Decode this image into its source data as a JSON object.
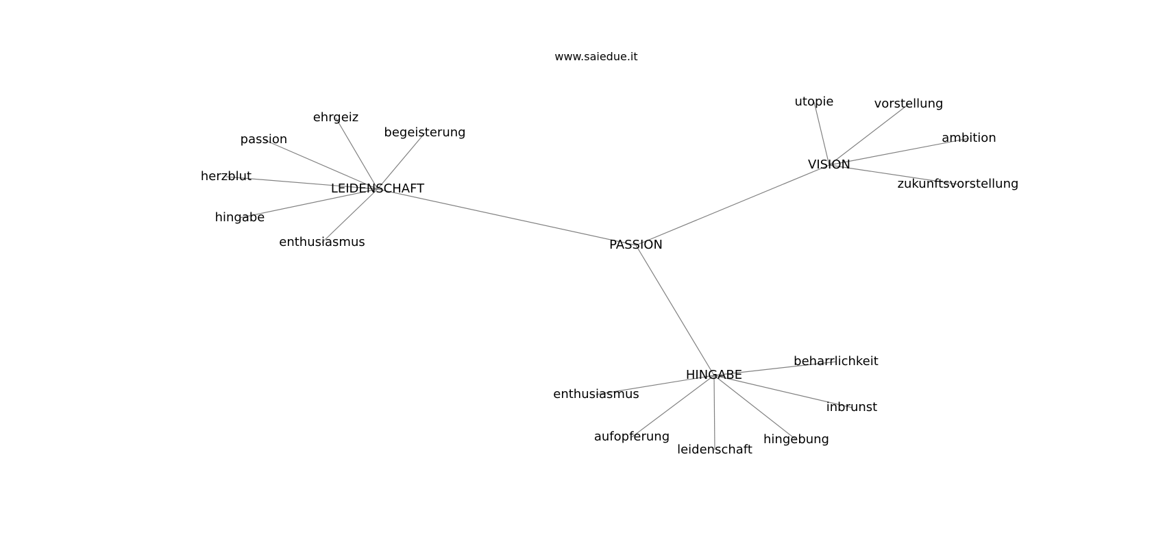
{
  "watermark": "www.saiedue.it",
  "colors": {
    "edge": "#808080",
    "text": "#000000",
    "background": "#ffffff"
  },
  "nodes": [
    {
      "id": "passion_root",
      "label": "PASSION"
    },
    {
      "id": "leidenschaft_hub",
      "label": "LEIDENSCHAFT"
    },
    {
      "id": "vision_hub",
      "label": "VISION"
    },
    {
      "id": "hingabe_hub",
      "label": "HINGABE"
    },
    {
      "id": "ehrgeiz",
      "label": "ehrgeiz"
    },
    {
      "id": "passion_leaf",
      "label": "passion"
    },
    {
      "id": "begeisterung",
      "label": "begeisterung"
    },
    {
      "id": "herzblut",
      "label": "herzblut"
    },
    {
      "id": "hingabe_leaf",
      "label": "hingabe"
    },
    {
      "id": "enthusiasmus_1",
      "label": "enthusiasmus"
    },
    {
      "id": "utopie",
      "label": "utopie"
    },
    {
      "id": "vorstellung",
      "label": "vorstellung"
    },
    {
      "id": "ambition",
      "label": "ambition"
    },
    {
      "id": "zukunftsvorstellung",
      "label": "zukunftsvorstellung"
    },
    {
      "id": "beharrlichkeit",
      "label": "beharrlichkeit"
    },
    {
      "id": "enthusiasmus_2",
      "label": "enthusiasmus"
    },
    {
      "id": "inbrunst",
      "label": "inbrunst"
    },
    {
      "id": "aufopferung",
      "label": "aufopferung"
    },
    {
      "id": "hingebung",
      "label": "hingebung"
    },
    {
      "id": "leidenschaft_leaf",
      "label": "leidenschaft"
    }
  ],
  "edges": [
    [
      "passion_root",
      "leidenschaft_hub"
    ],
    [
      "passion_root",
      "vision_hub"
    ],
    [
      "passion_root",
      "hingabe_hub"
    ],
    [
      "leidenschaft_hub",
      "ehrgeiz"
    ],
    [
      "leidenschaft_hub",
      "passion_leaf"
    ],
    [
      "leidenschaft_hub",
      "begeisterung"
    ],
    [
      "leidenschaft_hub",
      "herzblut"
    ],
    [
      "leidenschaft_hub",
      "hingabe_leaf"
    ],
    [
      "leidenschaft_hub",
      "enthusiasmus_1"
    ],
    [
      "vision_hub",
      "utopie"
    ],
    [
      "vision_hub",
      "vorstellung"
    ],
    [
      "vision_hub",
      "ambition"
    ],
    [
      "vision_hub",
      "zukunftsvorstellung"
    ],
    [
      "hingabe_hub",
      "beharrlichkeit"
    ],
    [
      "hingabe_hub",
      "enthusiasmus_2"
    ],
    [
      "hingabe_hub",
      "inbrunst"
    ],
    [
      "hingabe_hub",
      "aufopferung"
    ],
    [
      "hingabe_hub",
      "hingebung"
    ],
    [
      "hingabe_hub",
      "leidenschaft_leaf"
    ]
  ]
}
